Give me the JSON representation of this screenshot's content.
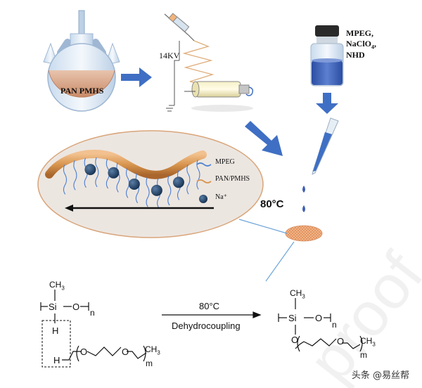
{
  "flask": {
    "label": "PAN PMHS"
  },
  "electrospin": {
    "voltage": "14KV"
  },
  "vial": {
    "label_1": "MPEG,",
    "label_2": "NaClO",
    "label_2_sub": "4",
    "label_2_end": ",",
    "label_3": "NHD"
  },
  "inset": {
    "legend": [
      {
        "text": "MPEG",
        "color": "#4a7fd0"
      },
      {
        "text": "PAN/PMHS",
        "color": "#d98a3a"
      },
      {
        "text": "Na⁺",
        "color": "#1d3d63"
      }
    ]
  },
  "process": {
    "temperature": "80°C"
  },
  "reaction": {
    "condition_top": "80°C",
    "condition_bottom": "Dehydrocoupling"
  },
  "chem": {
    "ch3": "CH",
    "ch3_sub": "3",
    "si": "Si",
    "o": "O",
    "h": "H",
    "n": "n",
    "m": "m"
  },
  "watermark": {
    "text": "头条 @易丝帮",
    "ghost_text": "proof"
  },
  "colors": {
    "arrow_blue": "#3f6fc4",
    "membrane": "#e9a26a",
    "inset_bg": "#ece6e1",
    "fiber": "#d9964f"
  }
}
